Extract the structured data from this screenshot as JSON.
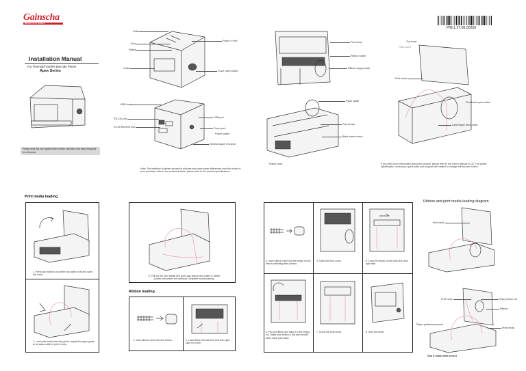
{
  "brand": {
    "name": "Gainscha",
    "tagline": "Barcode Printer Solutions"
  },
  "cover": {
    "title": "Installation Manual",
    "subtitle": "For Thermal/Transfer Barcode Printer",
    "series": "Apex Series",
    "notice": "Please read this user guide before printer operation and keep this guide for reference."
  },
  "front_labels": {
    "online": "Online",
    "error": "Error",
    "ribbon": "Ribbon",
    "power_feed": "Power / Feed",
    "cutter": "Cutter",
    "cover_open": "Cover open button"
  },
  "back_labels": {
    "usb_host": "USB Host",
    "rs232": "RS-232 port",
    "rj45": "RJ-45 Ethernet port",
    "usb_port": "USB port",
    "power_port": "Power port",
    "power_switch": "Power switch",
    "ext_paper": "External paper entrance"
  },
  "note": "Note: The interface of printer showed in pictures may have some differences from the model of your purchase, refer to the actual interface, please refer to the product specifications.",
  "part_number": "P/N:1.27.00.00250",
  "inner_labels": {
    "print_head": "Print head",
    "ribbon_holder": "Ribbon holder",
    "ribbon_supply": "Ribbon supply shaft",
    "paper_guide": "Paper guide",
    "gap_sensor": "Gap sensor",
    "black_mark": "Black mark sensor",
    "platen": "Platen roller"
  },
  "open_labels": {
    "top_cover": "Top cover",
    "front_cover": "Front cover",
    "print_media": "Print media",
    "head_open": "Print head open button",
    "label_fixing": "Label/paper fixing shaft"
  },
  "info_text": "If you need more information about the product, please refer to the User's Manual in CD. The printer specification, accessory, spare parts and program are subject to change without prior notice.",
  "sections": {
    "media": "Print media loading",
    "ribbon": "Ribbon loading",
    "diagram": "Ribbon and print media loading diagram"
  },
  "media_steps": {
    "s1": "1. Press two buttons on printer two sides to lift and open the cover.",
    "s2": "2. Load print media into the printer, adjust the paper guide to be same width of print media.",
    "s3": "3. Pull out the print media till it goes gap sensor and cutter or peeler (cutter and peeler are optional), complete media loading."
  },
  "ribbon_steps": {
    "s1": "1. Insert ribbon roller into new ribbon.",
    "s2": "2. Load ribbon left side first and then right side, fix it well.",
    "s3": "3. Insert ribbon roller into the empty roll for ribbon collecting after printed.",
    "s4": "4. Open the front cover.",
    "s5": "5. Load the empty roll left side first, then right side.",
    "s6": "6. Pull out ribbon and stick it to the empty roll. Make sure ribbon is flat and smooth when back print head.",
    "s7": "7. Close the front cover.",
    "s8": "8. Shut the cover."
  },
  "diagram_labels": {
    "print_head_a": "Print head",
    "print_head_b": "Print head",
    "empty_roll": "Empty ribbon roll",
    "ribbon": "Ribbon",
    "print_media": "Print media",
    "paper_guide": "Paper guide",
    "gap_sensor": "Gap & black mark sensor"
  },
  "accent_color": "#d0202a"
}
